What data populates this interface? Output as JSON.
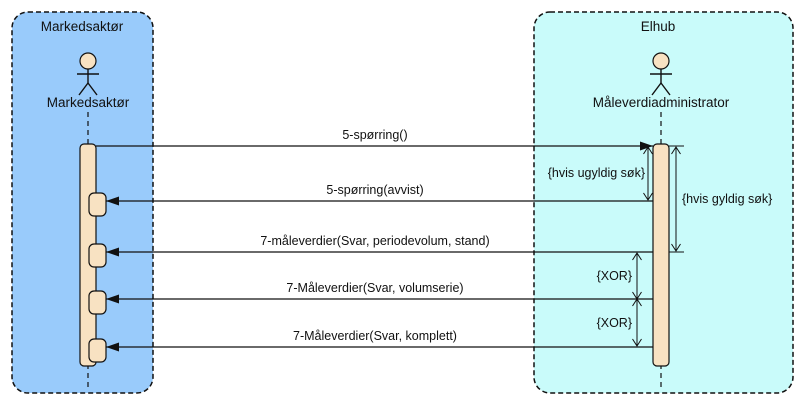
{
  "diagram": {
    "type": "UML sequence diagram",
    "colors": {
      "left_group_fill": "#99CBFB",
      "right_group_fill": "#C9FBFA",
      "activation_fill": "#F8E2C2",
      "line": "#111111"
    },
    "groups": [
      {
        "title": "Markedsaktør",
        "actor": "Markedsaktør"
      },
      {
        "title": "Elhub",
        "actor": "Måleverdiadministrator"
      }
    ],
    "messages": [
      {
        "label": "5-spørring()",
        "from": "Markedsaktør",
        "to": "Måleverdiadministrator"
      },
      {
        "label": "5-spørring(avvist)",
        "from": "Måleverdiadministrator",
        "to": "Markedsaktør"
      },
      {
        "label": "7-måleverdier(Svar, periodevolum, stand)",
        "from": "Måleverdiadministrator",
        "to": "Markedsaktør"
      },
      {
        "label": "7-Måleverdier(Svar, volumserie)",
        "from": "Måleverdiadministrator",
        "to": "Markedsaktør"
      },
      {
        "label": "7-Måleverdier(Svar, komplett)",
        "from": "Måleverdiadministrator",
        "to": "Markedsaktør"
      }
    ],
    "constraints": [
      {
        "label": "{hvis ugyldig søk}"
      },
      {
        "label": "{hvis gyldig søk}"
      },
      {
        "label": "{XOR}"
      },
      {
        "label": "{XOR}"
      }
    ]
  }
}
